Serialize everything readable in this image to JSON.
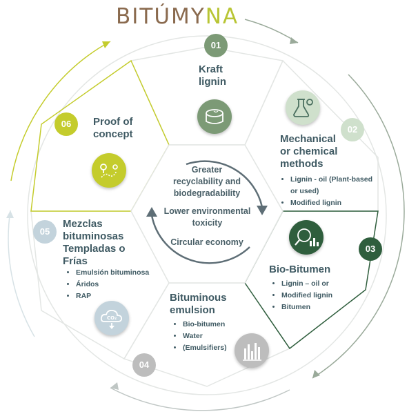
{
  "logo": {
    "text_a": "BITÚM",
    "text_b": "NA"
  },
  "center": {
    "line1": "Greater recyclability and biodegradability",
    "line2": "Lower environmental toxicity",
    "line3": "Circular economy"
  },
  "stages": [
    {
      "number": "01",
      "title": "Kraft lignin",
      "items": [],
      "icon": "log-icon"
    },
    {
      "number": "02",
      "title": "Mechanical or chemical methods",
      "items": [
        "Lignin - oil (Plant-based or used)",
        "Modified lignin"
      ],
      "icon": "flask-gear-icon"
    },
    {
      "number": "03",
      "title": "Bio-Bitumen",
      "items": [
        "Lignin – oil or",
        "Modified lignin",
        "Bitumen"
      ],
      "icon": "analytics-magnifier-icon"
    },
    {
      "number": "04",
      "title": "Bituminous emulsion",
      "items": [
        "Bio-bitumen",
        "Water",
        "(Emulsifiers)"
      ],
      "icon": "bar-chart-icon"
    },
    {
      "number": "05",
      "title": "Mezclas bituminosas Templadas o Frías",
      "items": [
        "Emulsión bituminosa",
        "Áridos",
        "RAP"
      ],
      "icon": "co2-cloud-icon"
    },
    {
      "number": "06",
      "title": "Proof of concept",
      "items": [],
      "icon": "route-map-icon"
    }
  ],
  "colors": {
    "logo_brown": "#8a6a4e",
    "logo_green": "#b8c534",
    "stage01": "#7c9a76",
    "stage02": "#cfe0cc",
    "stage03": "#2f5e3d",
    "stage04": "#bdbdbd",
    "stage05": "#c3d3dc",
    "stage06": "#c4cc2c",
    "text": "#3f5a63"
  }
}
